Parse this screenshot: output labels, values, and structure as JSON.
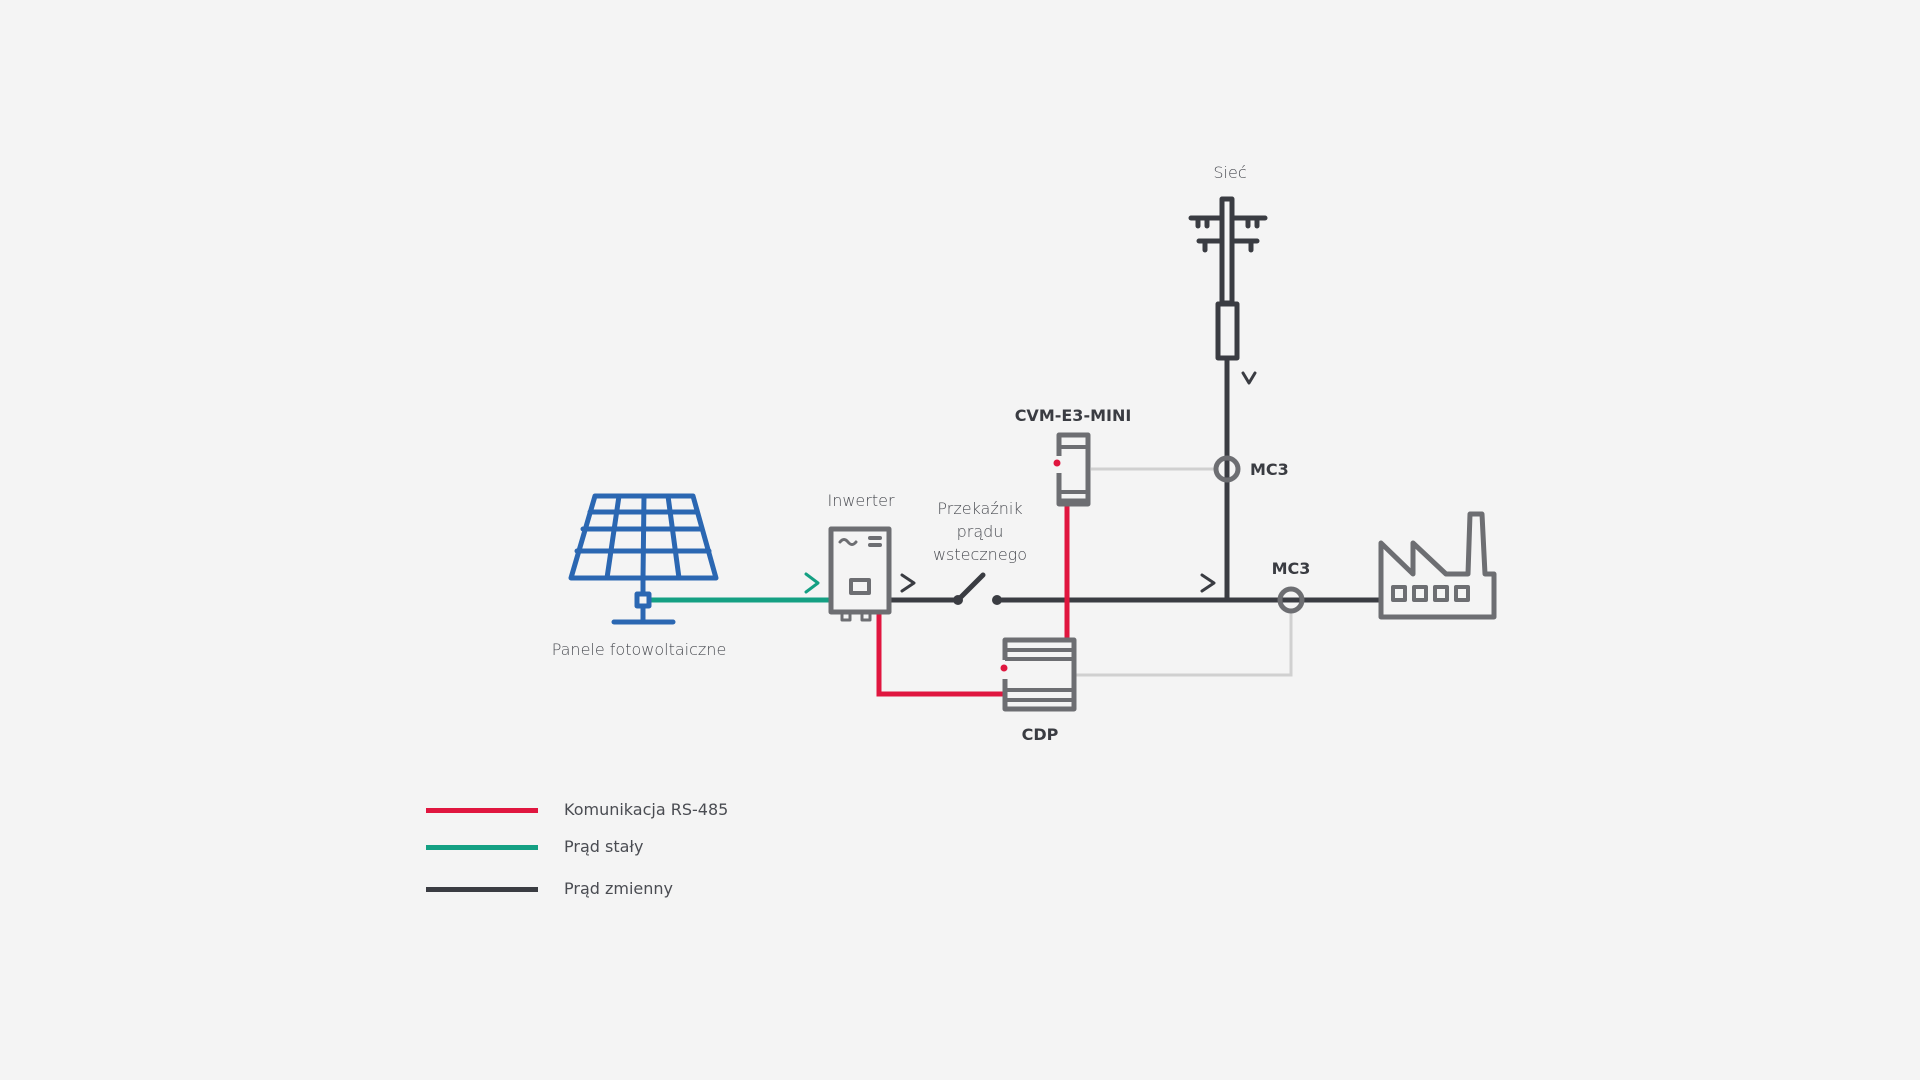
{
  "colors": {
    "background": "#f4f4f4",
    "rs485": "#e0163f",
    "dc": "#14a083",
    "ac": "#3a3c42",
    "device": "#6d6e72",
    "signal": "#d0d0d0",
    "solar": "#2b67b2"
  },
  "labels": {
    "solar_panels": "Panele fotowoltaiczne",
    "inverter": "Inwerter",
    "relay_line1": "Przekaźnik",
    "relay_line2": "prądu",
    "relay_line3": "wstecznego",
    "cvm": "CVM-E3-MINI",
    "grid": "Sieć",
    "mc3_grid": "MC3",
    "mc3_load": "MC3",
    "cdp": "CDP"
  },
  "legend": [
    {
      "label": "Komunikacja RS-485",
      "color": "#e0163f"
    },
    {
      "label": "Prąd stały",
      "color": "#14a083"
    },
    {
      "label": "Prąd zmienny",
      "color": "#3a3c42"
    }
  ]
}
